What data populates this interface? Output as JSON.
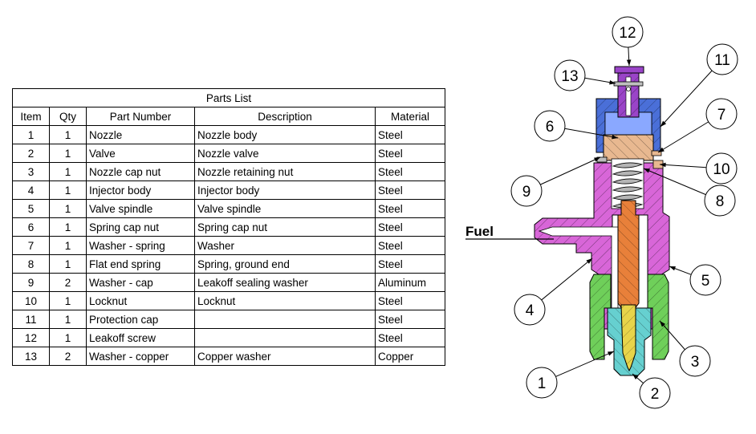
{
  "table": {
    "title": "Parts List",
    "headers": [
      "Item",
      "Qty",
      "Part Number",
      "Description",
      "Material"
    ],
    "rows": [
      [
        "1",
        "1",
        "Nozzle",
        "Nozzle body",
        "Steel"
      ],
      [
        "2",
        "1",
        "Valve",
        "Nozzle valve",
        "Steel"
      ],
      [
        "3",
        "1",
        "Nozzle cap nut",
        "Nozzle retaining nut",
        "Steel"
      ],
      [
        "4",
        "1",
        "Injector body",
        "Injector body",
        "Steel"
      ],
      [
        "5",
        "1",
        "Valve spindle",
        "Valve spindle",
        "Steel"
      ],
      [
        "6",
        "1",
        "Spring cap nut",
        "Spring cap nut",
        "Steel"
      ],
      [
        "7",
        "1",
        "Washer - spring",
        "Washer",
        "Steel"
      ],
      [
        "8",
        "1",
        "Flat end spring",
        "Spring, ground end",
        "Steel"
      ],
      [
        "9",
        "2",
        "Washer - cap",
        "Leakoff sealing washer",
        "Aluminum"
      ],
      [
        "10",
        "1",
        "Locknut",
        "Locknut",
        "Steel"
      ],
      [
        "11",
        "1",
        "Protection cap",
        "",
        "Steel"
      ],
      [
        "12",
        "1",
        "Leakoff screw",
        "",
        "Steel"
      ],
      [
        "13",
        "2",
        "Washer - copper",
        "Copper washer",
        "Copper"
      ]
    ]
  },
  "drawing": {
    "fuel_label": "Fuel",
    "callouts": [
      "1",
      "2",
      "3",
      "4",
      "5",
      "6",
      "7",
      "8",
      "9",
      "10",
      "11",
      "12",
      "13"
    ],
    "colors": {
      "nozzle": "#66d0d0",
      "valve": "#e8d44a",
      "cap_nut": "#6fcf5a",
      "body": "#d866d8",
      "spindle": "#e8803a",
      "spring_cap": "#e8b890",
      "protection_cap": "#4a6fd8",
      "protection_window": "#8aa8ff",
      "leakoff_screw": "#9a44c8",
      "outline": "#000000"
    }
  }
}
